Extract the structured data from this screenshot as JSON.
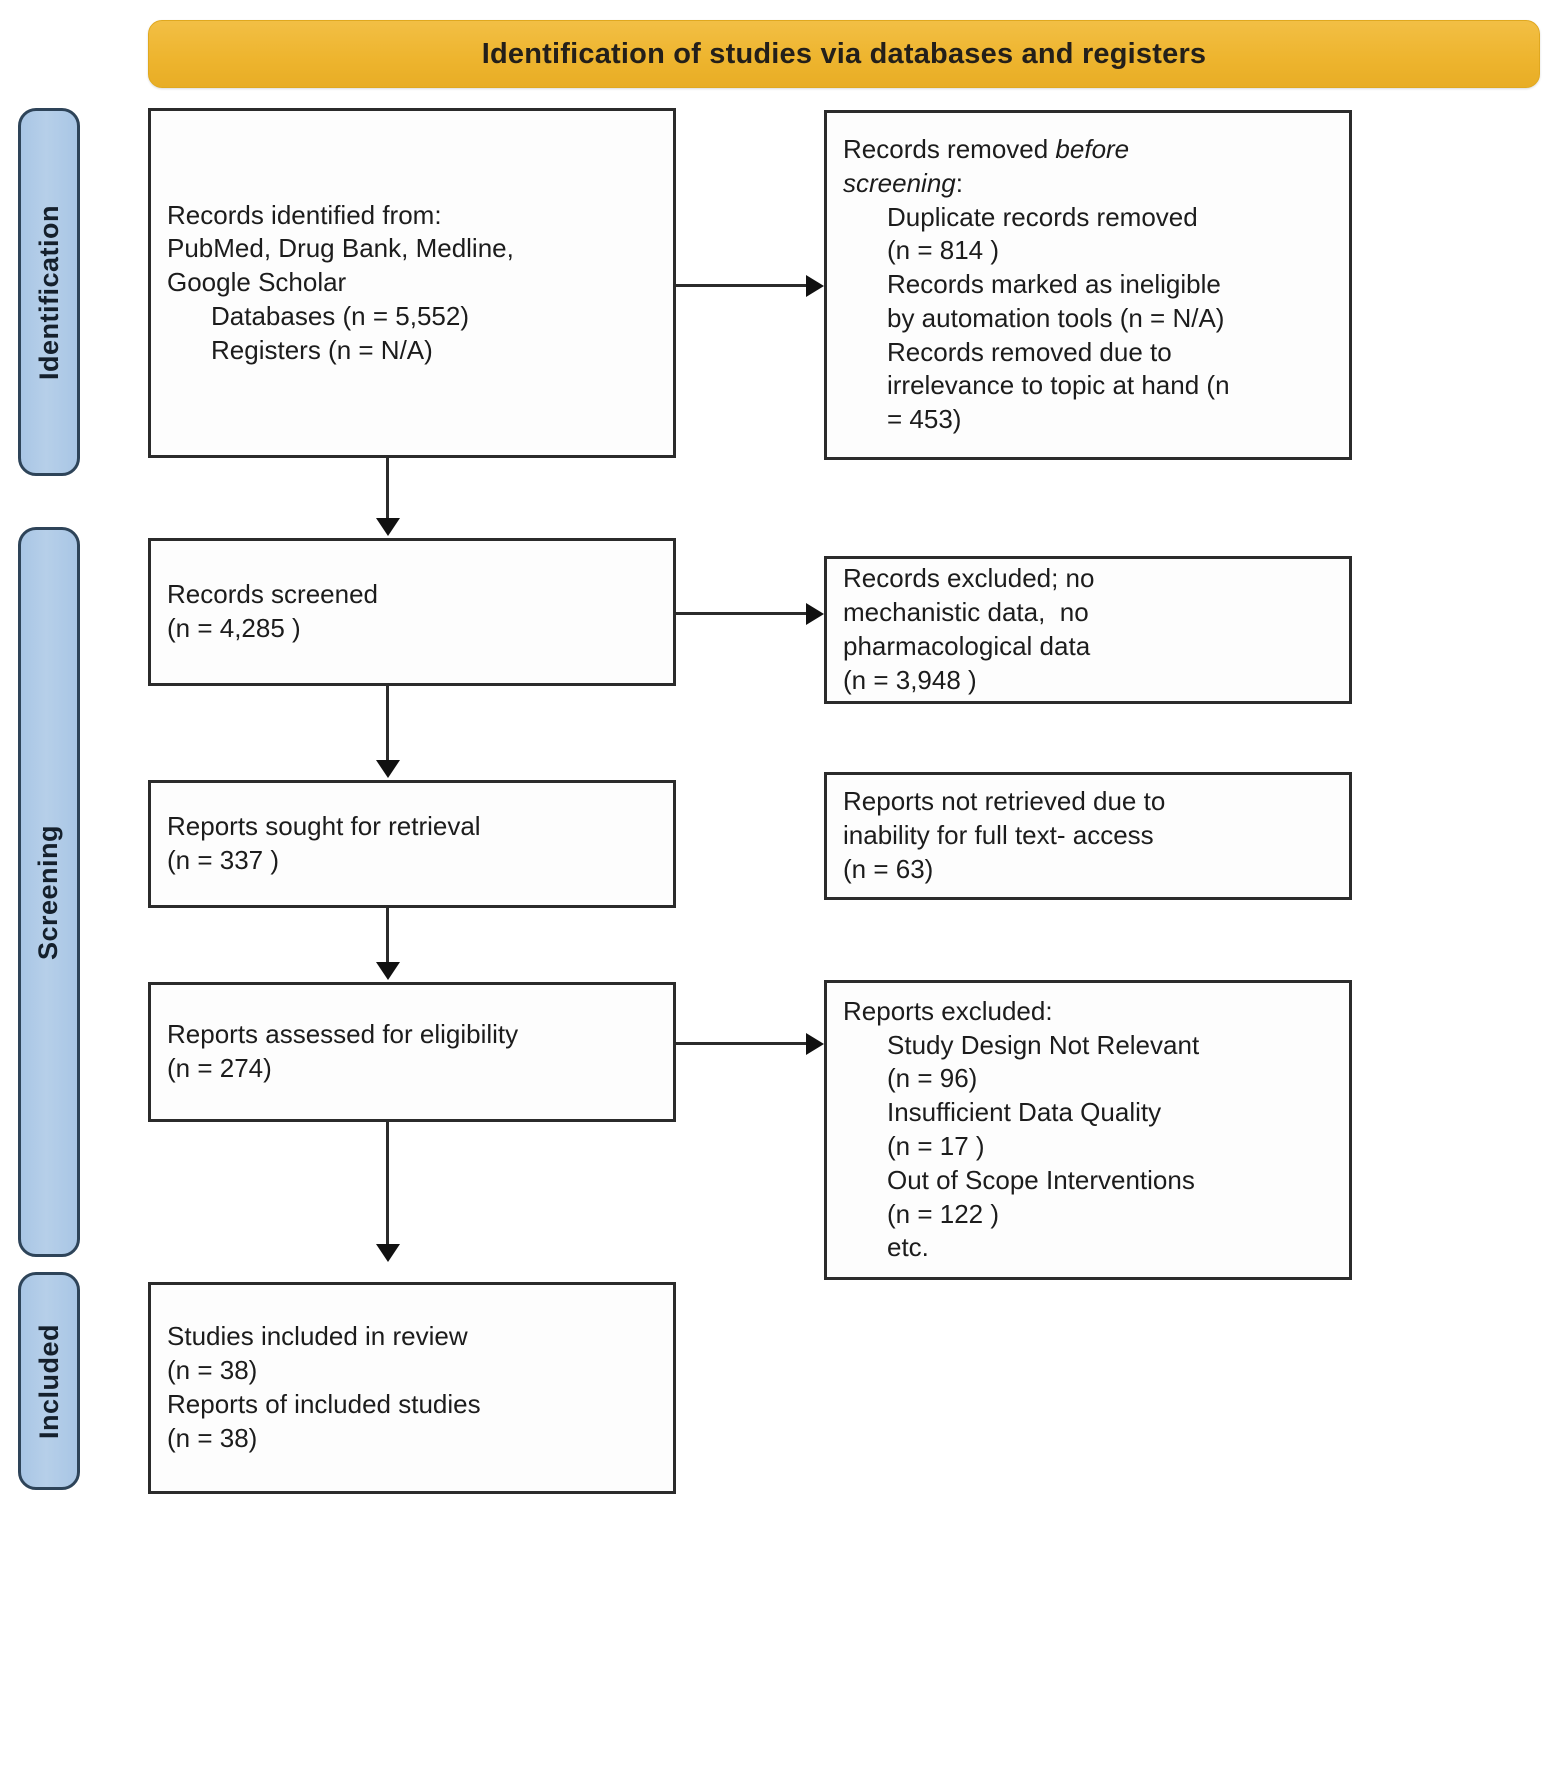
{
  "banner": {
    "title": "Identification of studies via databases and registers"
  },
  "rails": [
    {
      "id": "identification",
      "label": "Identification"
    },
    {
      "id": "screening",
      "label": "Screening"
    },
    {
      "id": "included",
      "label": "Included"
    }
  ],
  "boxes": {
    "identified": {
      "line1": "Records identified from:",
      "line2": "PubMed, Drug Bank, Medline,",
      "line3": "Google Scholar",
      "line4": "Databases (n = 5,552)",
      "line5": "Registers (n = N/A)"
    },
    "removed": {
      "line1_prefix": "Records removed ",
      "line1_italic": "before",
      "line2_italic": "screening",
      "line2_suffix": ":",
      "line3": "Duplicate records removed",
      "line4": "(n = 814 )",
      "line5": "Records marked as ineligible",
      "line6": "by automation tools (n = N/A)",
      "line7": "Records removed due to",
      "line8": "irrelevance to topic at hand (n",
      "line9": "= 453)"
    },
    "screened": {
      "line1": "Records screened",
      "line2": "(n = 4,285 )"
    },
    "excluded": {
      "line1": "Records excluded; no",
      "line2": "mechanistic data,  no",
      "line3": "pharmacological data",
      "line4": "(n = 3,948 )"
    },
    "sought": {
      "line1": "Reports sought for retrieval",
      "line2": "(n = 337 )"
    },
    "notretrieved": {
      "line1": "Reports not retrieved due to",
      "line2": "inability for full text- access",
      "line3": "(n = 63)"
    },
    "assessed": {
      "line1": "Reports assessed for eligibility",
      "line2": "(n = 274)"
    },
    "reportsexcluded": {
      "line1": "Reports excluded:",
      "line2": "Study Design Not Relevant",
      "line3": "(n = 96)",
      "line4": "Insufficient Data Quality",
      "line5": "(n = 17 )",
      "line6": "Out of Scope Interventions",
      "line7": "(n = 122 )",
      "line8": "etc."
    },
    "included": {
      "line1": "Studies included in review",
      "line2": "(n = 38)",
      "line3": "Reports of included studies",
      "line4": "(n = 38)"
    }
  },
  "colors": {
    "banner_fill": "#eeb52f",
    "rail_fill": "#aecae6",
    "rail_border": "#2e4459",
    "box_border": "#2b2b2b",
    "connector": "#2b2b2b"
  }
}
